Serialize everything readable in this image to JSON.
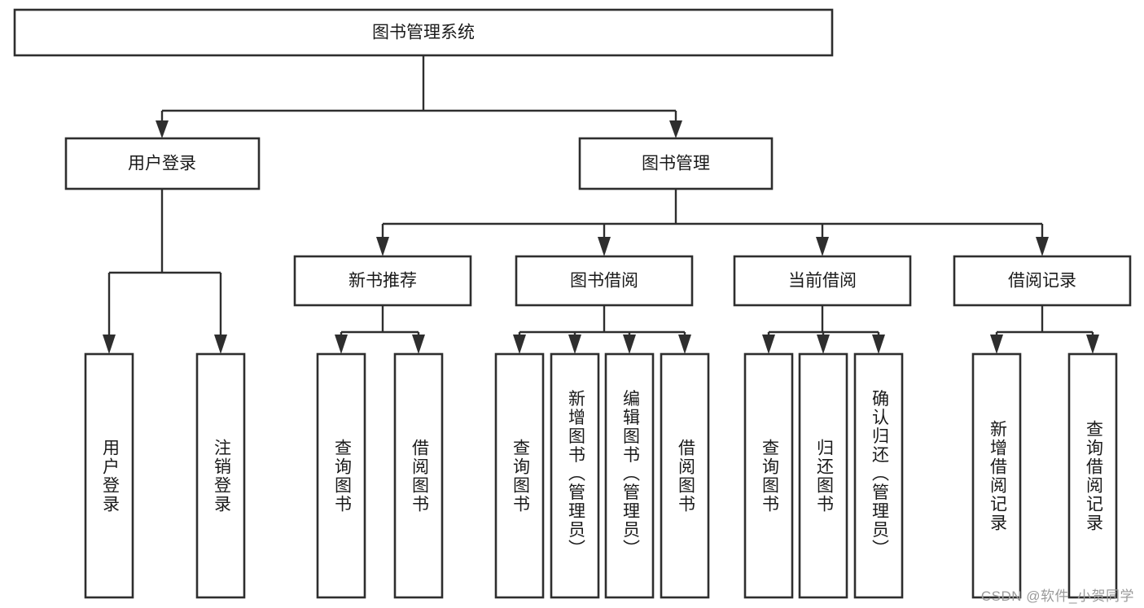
{
  "diagram": {
    "title": "图书管理系统",
    "type": "hierarchy-tree",
    "watermark": "CSDN @软件_小贺同学",
    "colors": {
      "stroke": "#2e2e2e",
      "fill": "#ffffff",
      "text": "#1a1a1a",
      "watermark": "#9a9a9a"
    },
    "root": {
      "label": "图书管理系统"
    },
    "level2": [
      {
        "label": "用户登录"
      },
      {
        "label": "图书管理"
      }
    ],
    "level3": [
      {
        "label": "新书推荐"
      },
      {
        "label": "图书借阅"
      },
      {
        "label": "当前借阅"
      },
      {
        "label": "借阅记录"
      }
    ],
    "leaves_user_login": [
      {
        "label": "用户登录"
      },
      {
        "label": "注销登录"
      }
    ],
    "leaves_new_book": [
      {
        "label": "查询图书"
      },
      {
        "label": "借阅图书"
      }
    ],
    "leaves_borrow": [
      {
        "label": "查询图书"
      },
      {
        "label": "新增图书（管理员）"
      },
      {
        "label": "编辑图书（管理员）"
      },
      {
        "label": "借阅图书"
      }
    ],
    "leaves_current": [
      {
        "label": "查询图书"
      },
      {
        "label": "归还图书"
      },
      {
        "label": "确认归还（管理员）"
      }
    ],
    "leaves_record": [
      {
        "label": "新增借阅记录"
      },
      {
        "label": "查询借阅记录"
      }
    ]
  }
}
